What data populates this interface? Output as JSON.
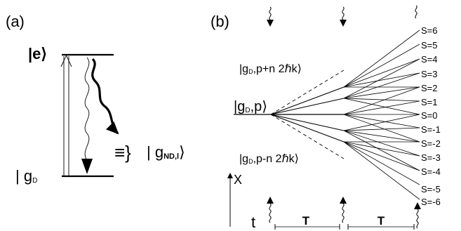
{
  "panel_a": {
    "label": "(a)",
    "excited_state": "|e⟩",
    "ground_state": "| g",
    "ground_state_sub": "D",
    "nondetected_bracket": "≡}",
    "nondetected_state": "| g",
    "nondetected_state_sub": "ND,l",
    "nondetected_state_close": "⟩"
  },
  "panel_b": {
    "label": "(b)",
    "state_upper": "|g",
    "state_upper_sub": "D",
    "state_upper_rest": ",p+n 2ℏk⟩",
    "state_center": "|g",
    "state_center_sub": "D",
    "state_center_rest": ",p⟩",
    "state_lower": "|g",
    "state_lower_sub": "D",
    "state_lower_rest": ",p-n 2ℏk⟩",
    "momentum_labels": [
      "S=6",
      "S=5",
      "S=4",
      "S=3",
      "S=2",
      "S=1",
      "S=0",
      "S=-1",
      "S=-2",
      "S=-3",
      "S=-4",
      "S=-5",
      "S=-6"
    ],
    "axis_x": "X",
    "axis_t": "t",
    "period_labels": [
      "T",
      "T"
    ]
  }
}
